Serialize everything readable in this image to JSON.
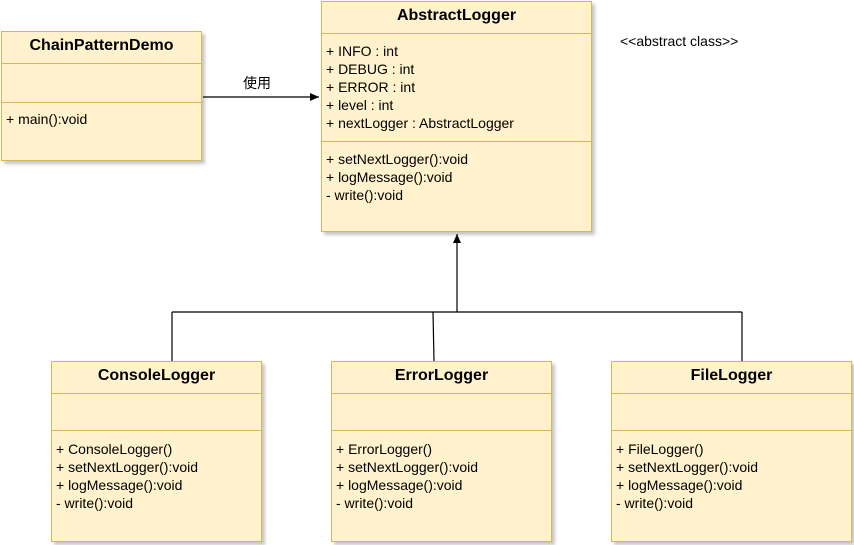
{
  "abstract_note": "<<abstract class>>",
  "usage_label": "使用",
  "classes": {
    "chain_pattern_demo": {
      "name": "ChainPatternDemo",
      "attributes": [],
      "methods": [
        "+ main():void"
      ]
    },
    "abstract_logger": {
      "name": "AbstractLogger",
      "attributes": [
        "+ INFO : int",
        "+ DEBUG : int",
        "+ ERROR : int",
        "+ level : int",
        "+ nextLogger : AbstractLogger"
      ],
      "methods": [
        "+ setNextLogger():void",
        "+ logMessage():void",
        "- write():void"
      ]
    },
    "console_logger": {
      "name": "ConsoleLogger",
      "attributes": [],
      "methods": [
        "+ ConsoleLogger()",
        "+ setNextLogger():void",
        "+ logMessage():void",
        "- write():void"
      ]
    },
    "error_logger": {
      "name": "ErrorLogger",
      "attributes": [],
      "methods": [
        "+ ErrorLogger()",
        "+ setNextLogger():void",
        "+ logMessage():void",
        "- write():void"
      ]
    },
    "file_logger": {
      "name": "FileLogger",
      "attributes": [],
      "methods": [
        "+ FileLogger()",
        "+ setNextLogger():void",
        "+ logMessage():void",
        "- write():void"
      ]
    }
  },
  "colors": {
    "class_fill": "#fff2cc",
    "class_border": "#d6b656",
    "line": "#000000"
  }
}
